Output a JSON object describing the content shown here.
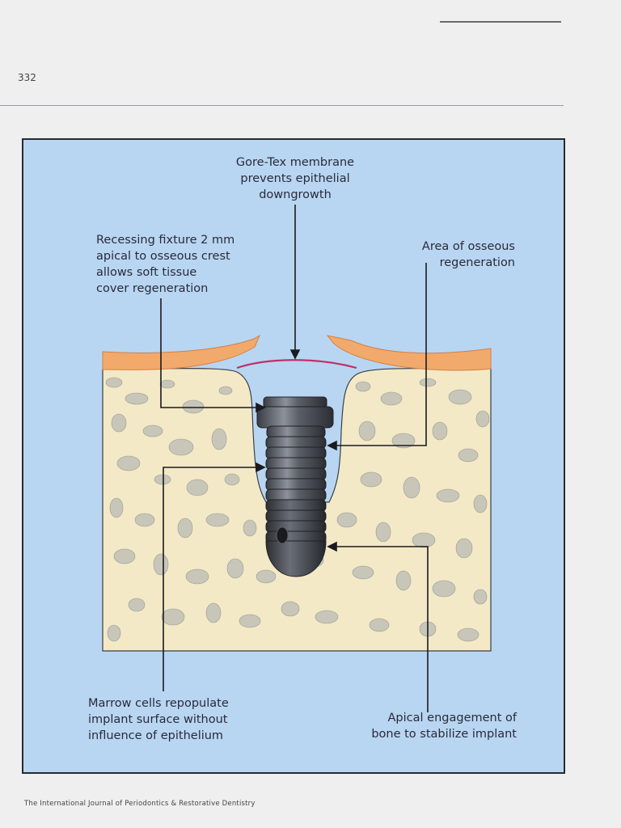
{
  "page": {
    "number": "332",
    "footer": "The International Journal of Periodontics & Restorative Dentistry"
  },
  "figure": {
    "labels": {
      "membrane": [
        "Gore-Tex membrane",
        "prevents epithelial",
        "downgrowth"
      ],
      "recessing": [
        "Recessing fixture 2 mm",
        "apical to osseous crest",
        "allows soft tissue",
        "cover regeneration"
      ],
      "regeneration": [
        "Area of osseous",
        "regeneration"
      ],
      "marrow": [
        "Marrow cells repopulate",
        "implant surface without",
        "influence of epithelium"
      ],
      "apical": [
        "Apical engagement of",
        "bone to stabilize implant"
      ]
    }
  }
}
